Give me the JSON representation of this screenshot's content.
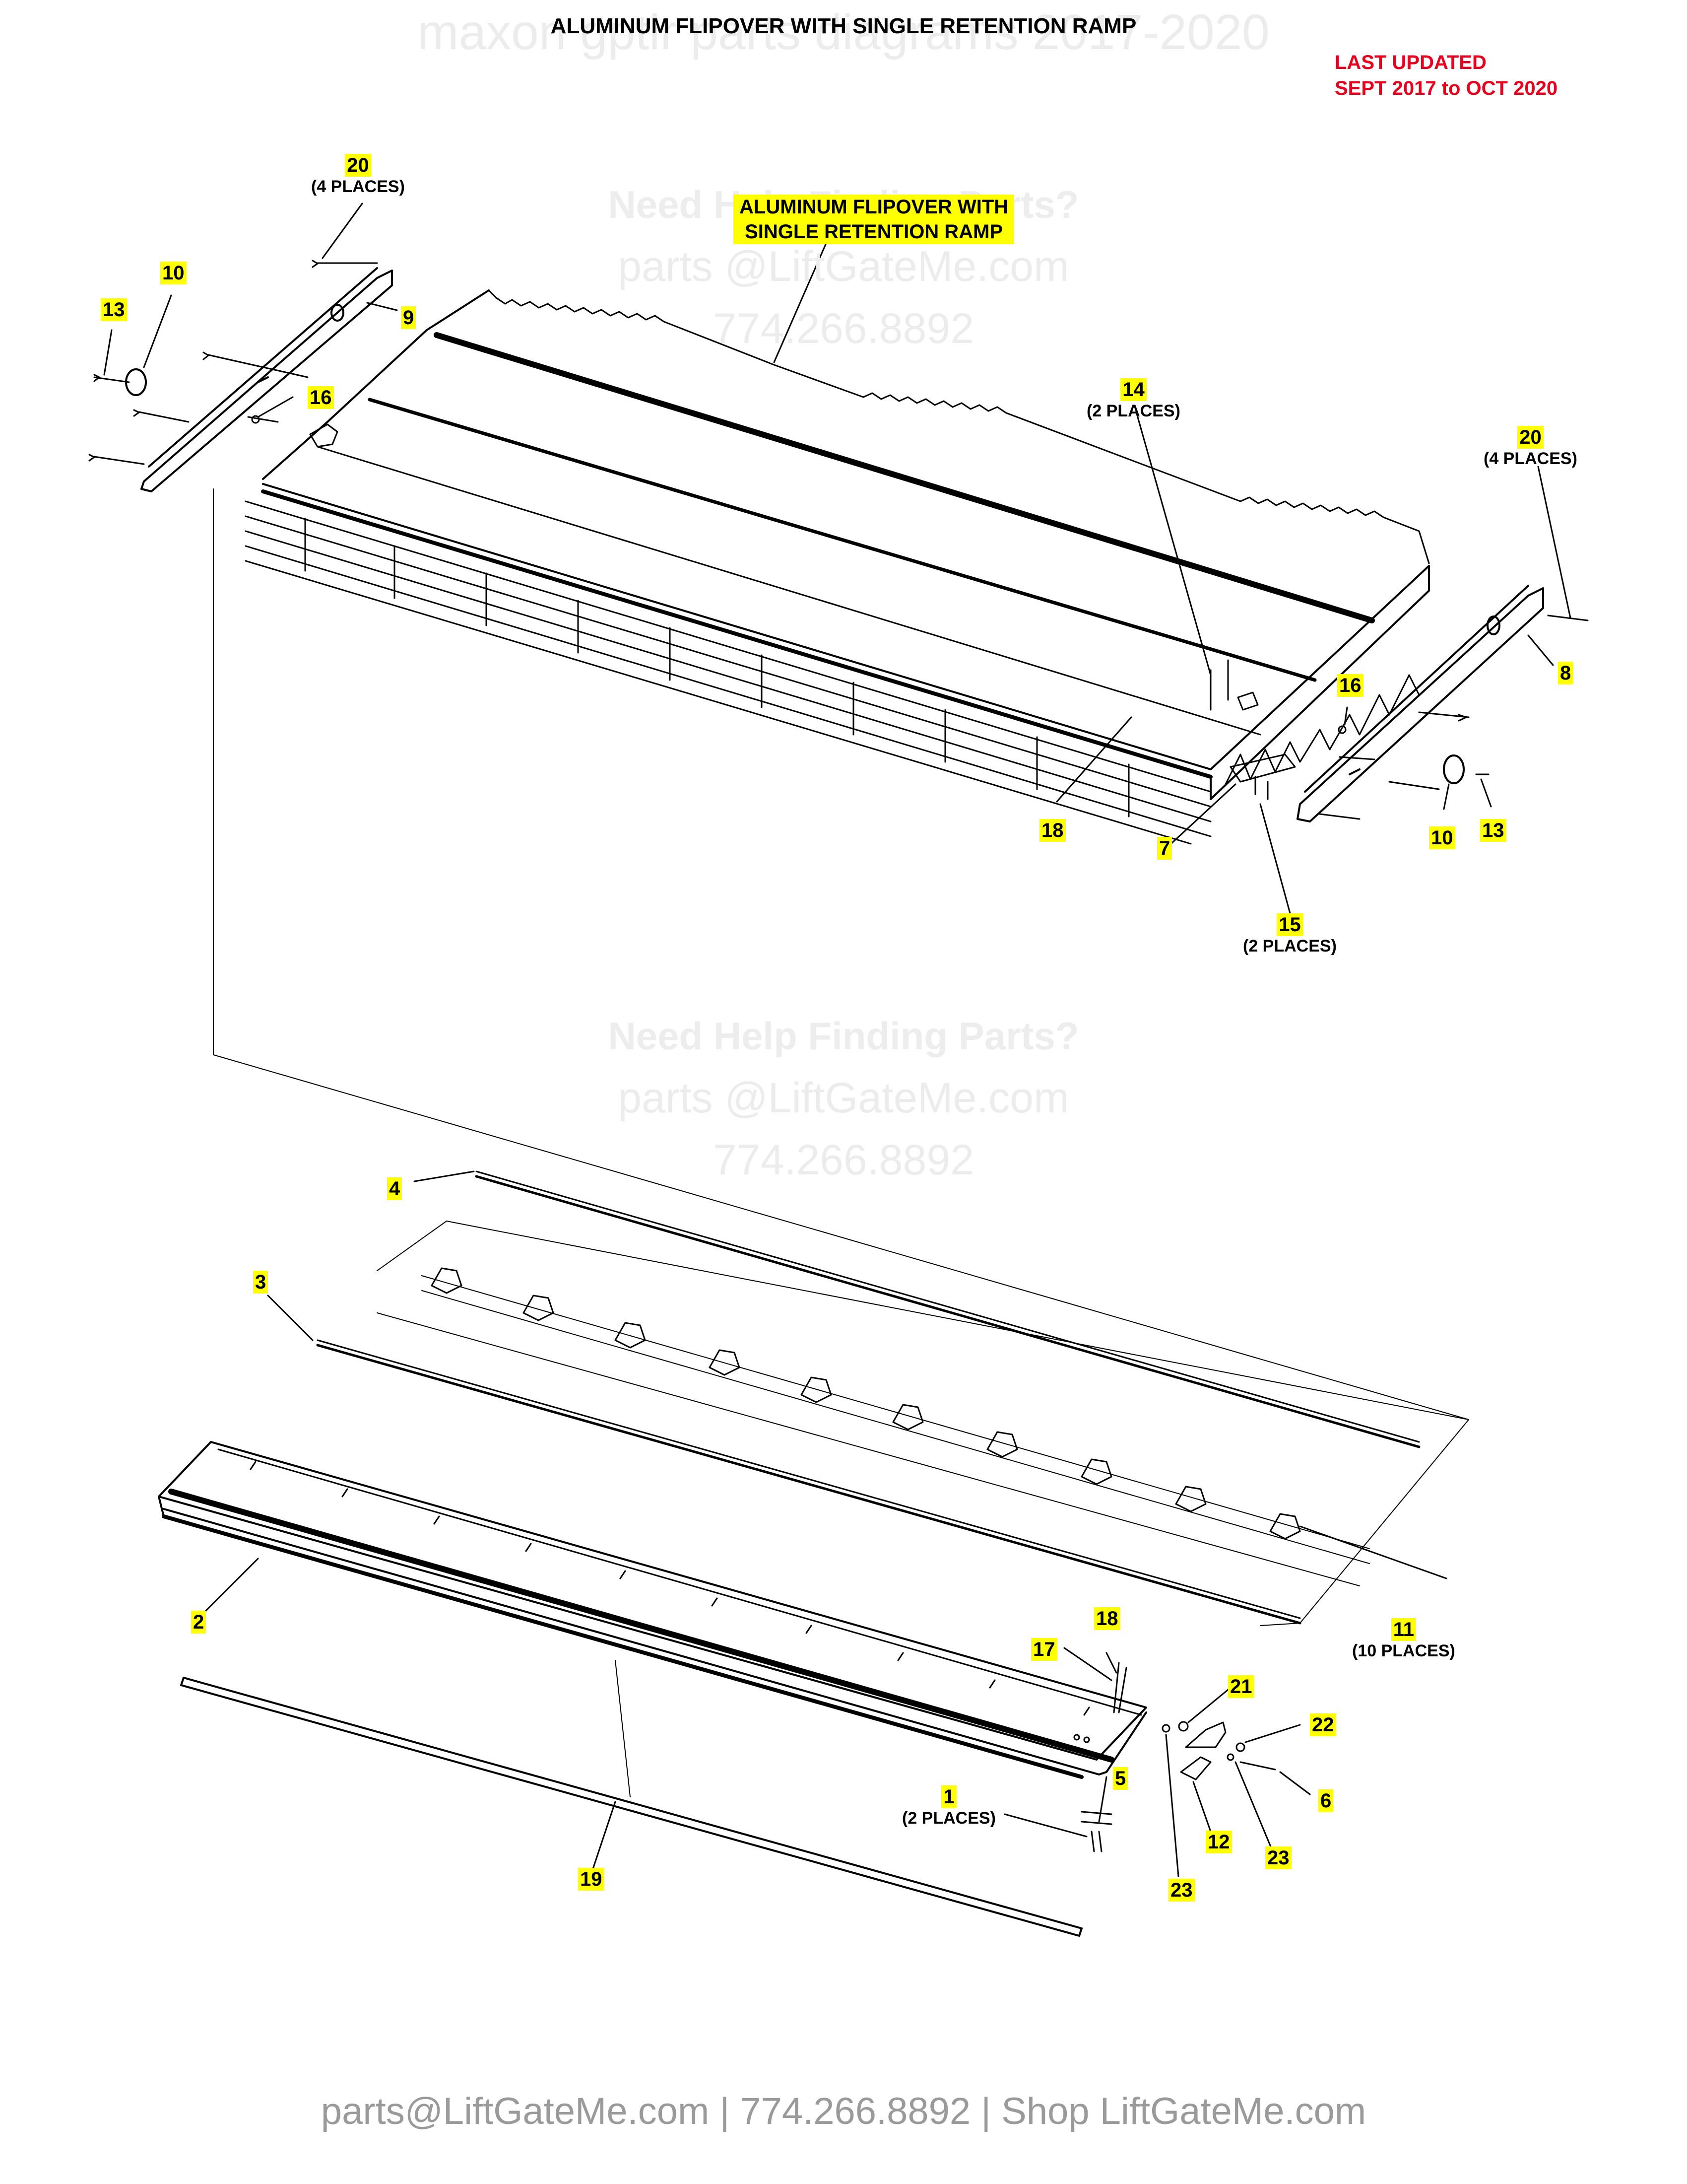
{
  "page": {
    "title": "ALUMINUM FLIPOVER WITH SINGLE RETENTION RAMP",
    "watermark_top": "maxon gptlr parts diagrams 2017-2020",
    "last_updated_line1": "LAST UPDATED",
    "last_updated_line2": "SEPT 2017 to OCT 2020",
    "assembly_label_line1": "ALUMINUM FLIPOVER WITH",
    "assembly_label_line2": "SINGLE RETENTION RAMP",
    "footer": "parts@LiftGateMe.com | 774.266.8892 | Shop LiftGateMe.com"
  },
  "watermarks": [
    {
      "heading": "Need Help Finding Parts?",
      "email": "parts @LiftGateMe.com",
      "phone": "774.266.8892"
    },
    {
      "heading": "Need Help Finding Parts?",
      "email": "parts @LiftGateMe.com",
      "phone": "774.266.8892"
    }
  ],
  "callouts": {
    "c20a": {
      "num": "20",
      "sub": "(4 PLACES)"
    },
    "c10a": {
      "num": "10"
    },
    "c13a": {
      "num": "13"
    },
    "c9": {
      "num": "9"
    },
    "c16a": {
      "num": "16"
    },
    "c14": {
      "num": "14",
      "sub": "(2 PLACES)"
    },
    "c20b": {
      "num": "20",
      "sub": "(4 PLACES)"
    },
    "c8": {
      "num": "8"
    },
    "c16b": {
      "num": "16"
    },
    "c18a": {
      "num": "18"
    },
    "c7": {
      "num": "7"
    },
    "c10b": {
      "num": "10"
    },
    "c13b": {
      "num": "13"
    },
    "c15": {
      "num": "15",
      "sub": "(2 PLACES)"
    },
    "c4": {
      "num": "4"
    },
    "c3": {
      "num": "3"
    },
    "c11": {
      "num": "11",
      "sub": "(10 PLACES)"
    },
    "c2": {
      "num": "2"
    },
    "c17": {
      "num": "17"
    },
    "c18b": {
      "num": "18"
    },
    "c21": {
      "num": "21"
    },
    "c22": {
      "num": "22"
    },
    "c5": {
      "num": "5"
    },
    "c6": {
      "num": "6"
    },
    "c1": {
      "num": "1",
      "sub": "(2 PLACES)"
    },
    "c12": {
      "num": "12"
    },
    "c23a": {
      "num": "23"
    },
    "c23b": {
      "num": "23"
    },
    "c19": {
      "num": "19"
    }
  },
  "colors": {
    "highlight": "#ffff00",
    "updated_text": "#e8001c",
    "watermark": "#ececec",
    "footer_text": "#9a9a9a"
  }
}
